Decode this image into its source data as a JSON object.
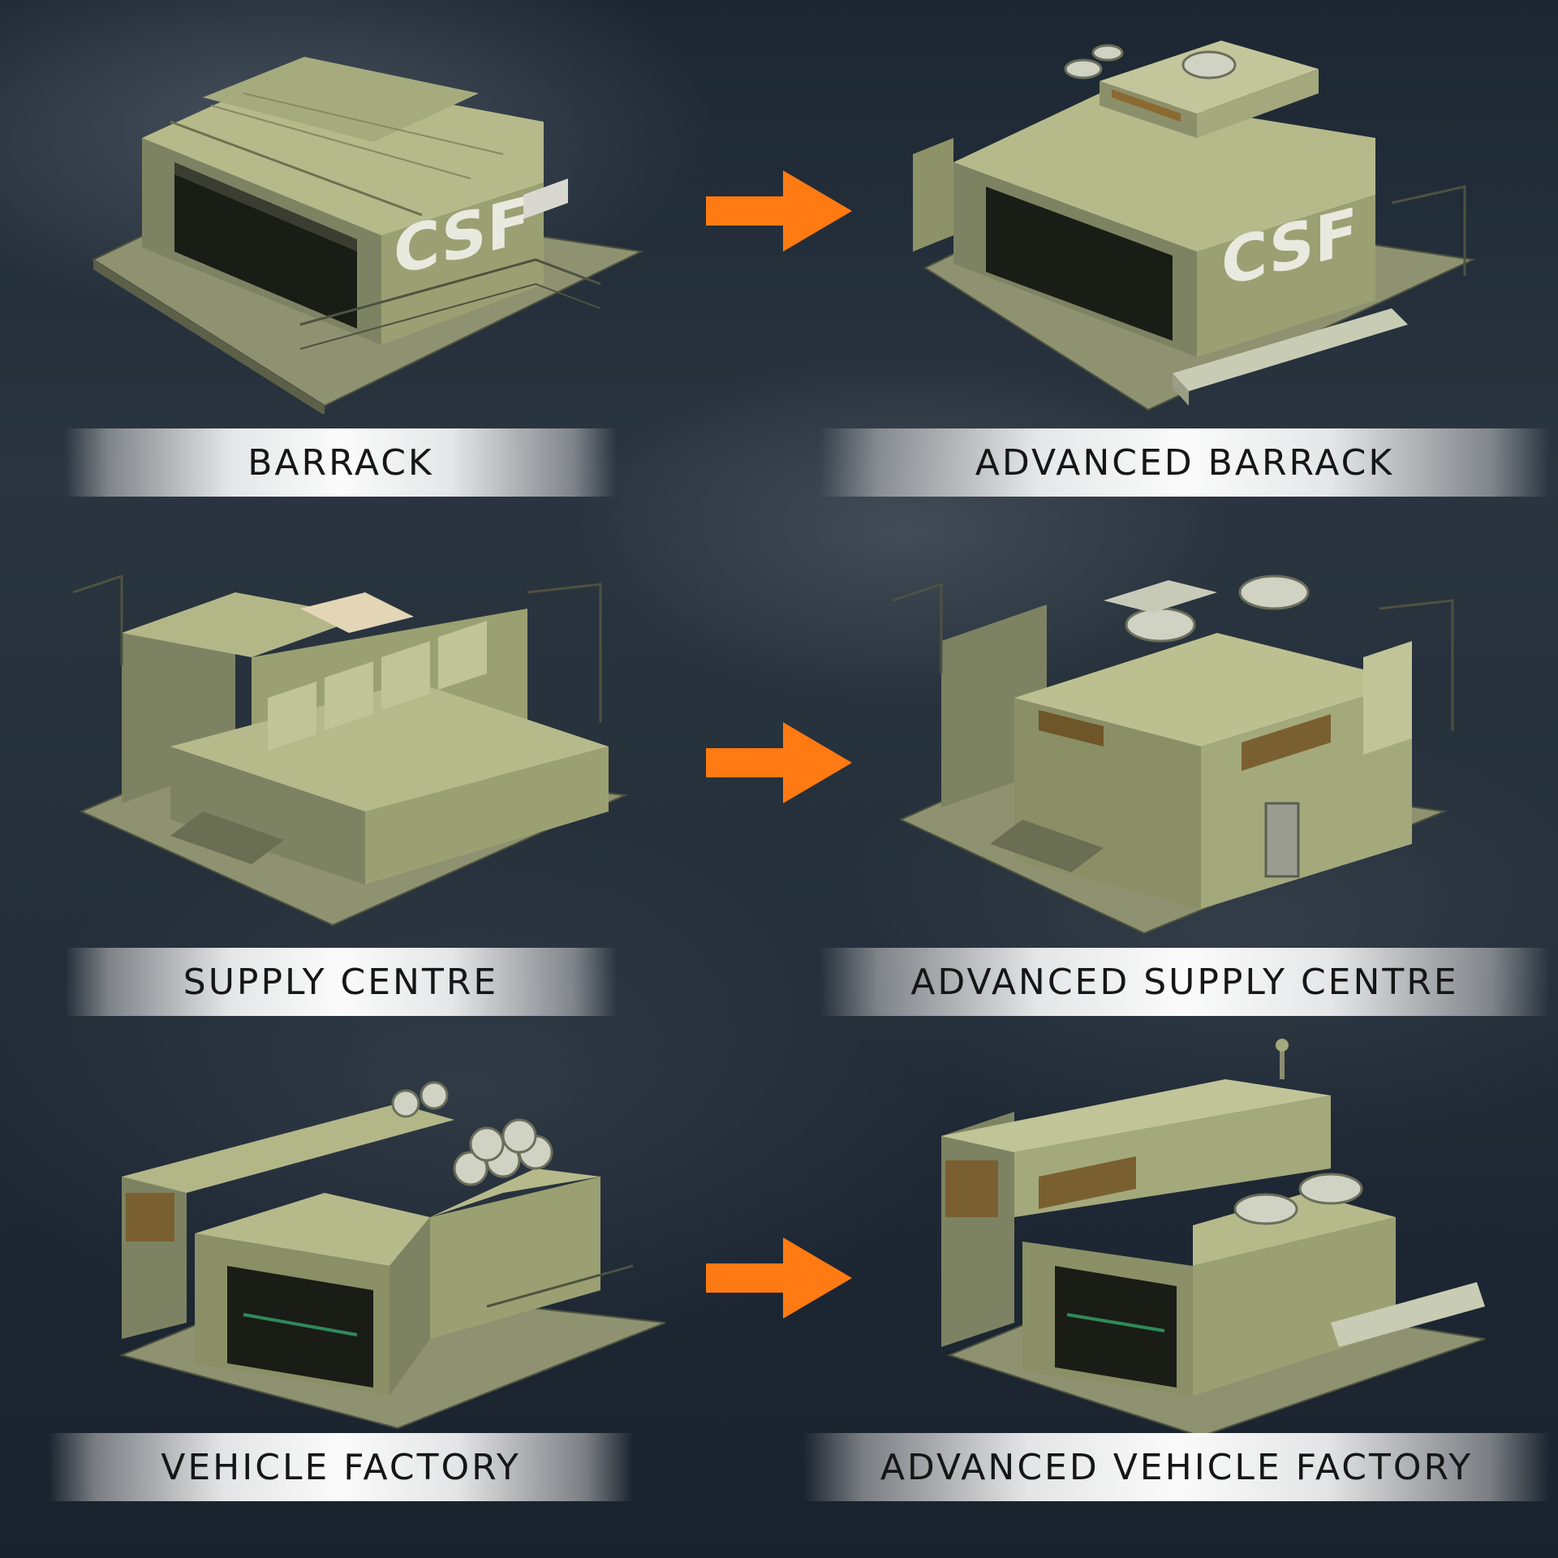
{
  "accent_color": "#ff7a12",
  "building_color": "#a4a97c",
  "rows": [
    {
      "base": {
        "label": "BARRACK",
        "logo": "CSF"
      },
      "advanced": {
        "label": "ADVANCED BARRACK",
        "logo": "CSF"
      }
    },
    {
      "base": {
        "label": "SUPPLY CENTRE"
      },
      "advanced": {
        "label": "ADVANCED SUPPLY CENTRE"
      }
    },
    {
      "base": {
        "label": "VEHICLE FACTORY"
      },
      "advanced": {
        "label": "ADVANCED VEHICLE FACTORY"
      }
    }
  ],
  "icons": {
    "upgrade_arrow": "arrow-right-icon"
  }
}
